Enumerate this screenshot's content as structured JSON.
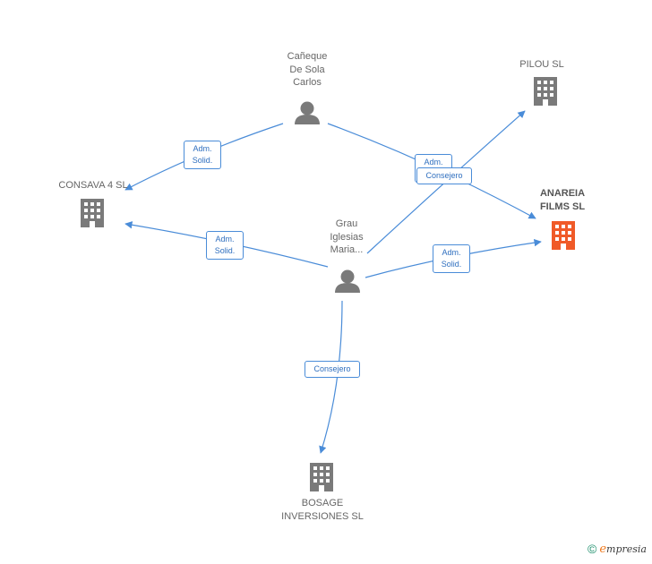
{
  "colors": {
    "edge": "#4a8cd8",
    "node_gray": "#7a7a7a",
    "node_highlight": "#f05a28"
  },
  "nodes": {
    "canequeLabel": "Cañeque\nDe Sola\nCarlos",
    "grauLabel": "Grau\nIglesias\nMaria...",
    "pilouLabel": "PILOU SL",
    "consavaLabel": "CONSAVA 4 SL",
    "anareiaLabel": "ANAREIA\nFILMS SL",
    "bosageLabel": "BOSAGE\nINVERSIONES SL"
  },
  "edges": {
    "e1": "Adm.\nSolid.",
    "e2": "Adm.\nSolid.",
    "e3": "Consejero",
    "e4": "Adm.\nSolid.",
    "e5": "Adm.\nSolid.",
    "e6": "Consejero"
  },
  "footer": {
    "copyright_symbol": "©",
    "brand_initial": "e",
    "brand_rest": "mpresia"
  }
}
